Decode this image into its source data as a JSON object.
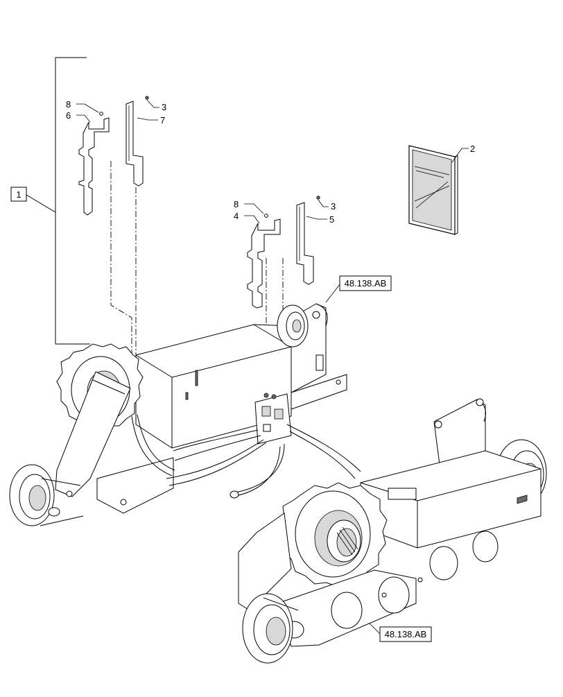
{
  "callouts": {
    "item_1": "1",
    "item_2": "2",
    "item_3a": "3",
    "item_3b": "3",
    "item_4": "4",
    "item_5": "5",
    "item_6": "6",
    "item_7": "7",
    "item_8a": "8",
    "item_8b": "8"
  },
  "references": {
    "ref_top": "48.138.AB",
    "ref_bottom": "48.138.AB"
  }
}
